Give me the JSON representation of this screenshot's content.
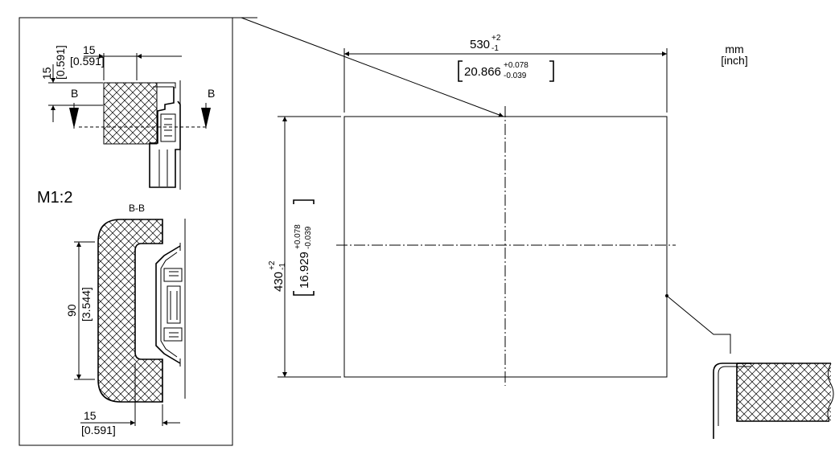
{
  "units": {
    "primary": "mm",
    "secondary": "[inch]"
  },
  "scale_label": "M1:2",
  "section_label": "B-B",
  "section_marker": "B",
  "top_detail": {
    "horizontal_dim": {
      "mm": "15",
      "inch": "[0.591]"
    },
    "vertical_dim": {
      "mm": "15",
      "inch": "[0.591]"
    }
  },
  "section_detail": {
    "height_dim": {
      "mm": "90",
      "inch": "[3.544]"
    },
    "bottom_dim": {
      "mm": "15",
      "inch": "[0.591]"
    }
  },
  "cutout": {
    "width": {
      "nominal": "530",
      "tol_upper": "+2",
      "tol_lower": "-1",
      "inch_nominal": "20.866",
      "inch_tol_upper": "+0.078",
      "inch_tol_lower": "-0.039"
    },
    "height": {
      "nominal": "430",
      "tol_upper": "+2",
      "tol_lower": "-1",
      "inch_nominal": "16.929",
      "inch_tol_upper": "+0.078",
      "inch_tol_lower": "-0.039"
    }
  }
}
